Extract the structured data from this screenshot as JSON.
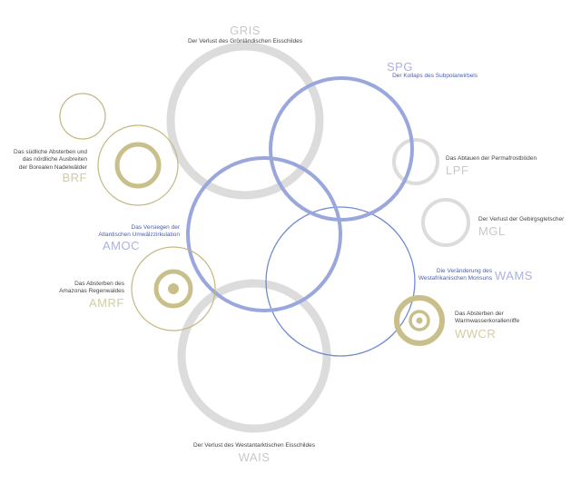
{
  "colors": {
    "gray_ring": "#dcdcdc",
    "blue_ring": "#9aa7dc",
    "blue_thin": "#6f8ad0",
    "olive_ring": "#c9bf8a",
    "olive_thin": "#c4b780",
    "gray_abbr": "#c8c8c8",
    "blue_abbr": "#a9b1e3",
    "olive_abbr": "#d5cc9e",
    "blue_text": "#4a5fb0",
    "dark_text": "#444444"
  },
  "elements": {
    "gris": {
      "abbr": "GRIS",
      "desc": "Der Verlust des Grönländischen Eisschildes"
    },
    "spg": {
      "abbr": "SPG",
      "desc": "Der Kollaps des Subpolarwirbels"
    },
    "lpf": {
      "abbr": "LPF",
      "desc": "Das Abtauen der Permafrostböden"
    },
    "mgl": {
      "abbr": "MGL",
      "desc": "Der Verlust der Gebirgsgletscher"
    },
    "brf": {
      "abbr": "BRF",
      "desc_lines": [
        "Das südliche Absterben und",
        "das nördliche Ausbreiten",
        "der Borealen Nadelwälder"
      ]
    },
    "amoc": {
      "abbr": "AMOC",
      "desc_lines": [
        "Das Versiegen der",
        "Atlantischen Umwälzzirkulation"
      ]
    },
    "wams": {
      "abbr": "WAMS",
      "desc_lines": [
        "Die Veränderung des",
        "Westafrikanischen Monsuns"
      ]
    },
    "amrf": {
      "abbr": "AMRF",
      "desc_lines": [
        "Das Absterben des",
        "Amazonas Regenwaldes"
      ]
    },
    "wwcr": {
      "abbr": "WWCR",
      "desc_lines": [
        "Das Absterben der",
        "Warmwasserkorallenriffe"
      ]
    },
    "wais": {
      "abbr": "WAIS",
      "desc": "Der Verlust des Westantarktischen Eisschildes"
    }
  }
}
